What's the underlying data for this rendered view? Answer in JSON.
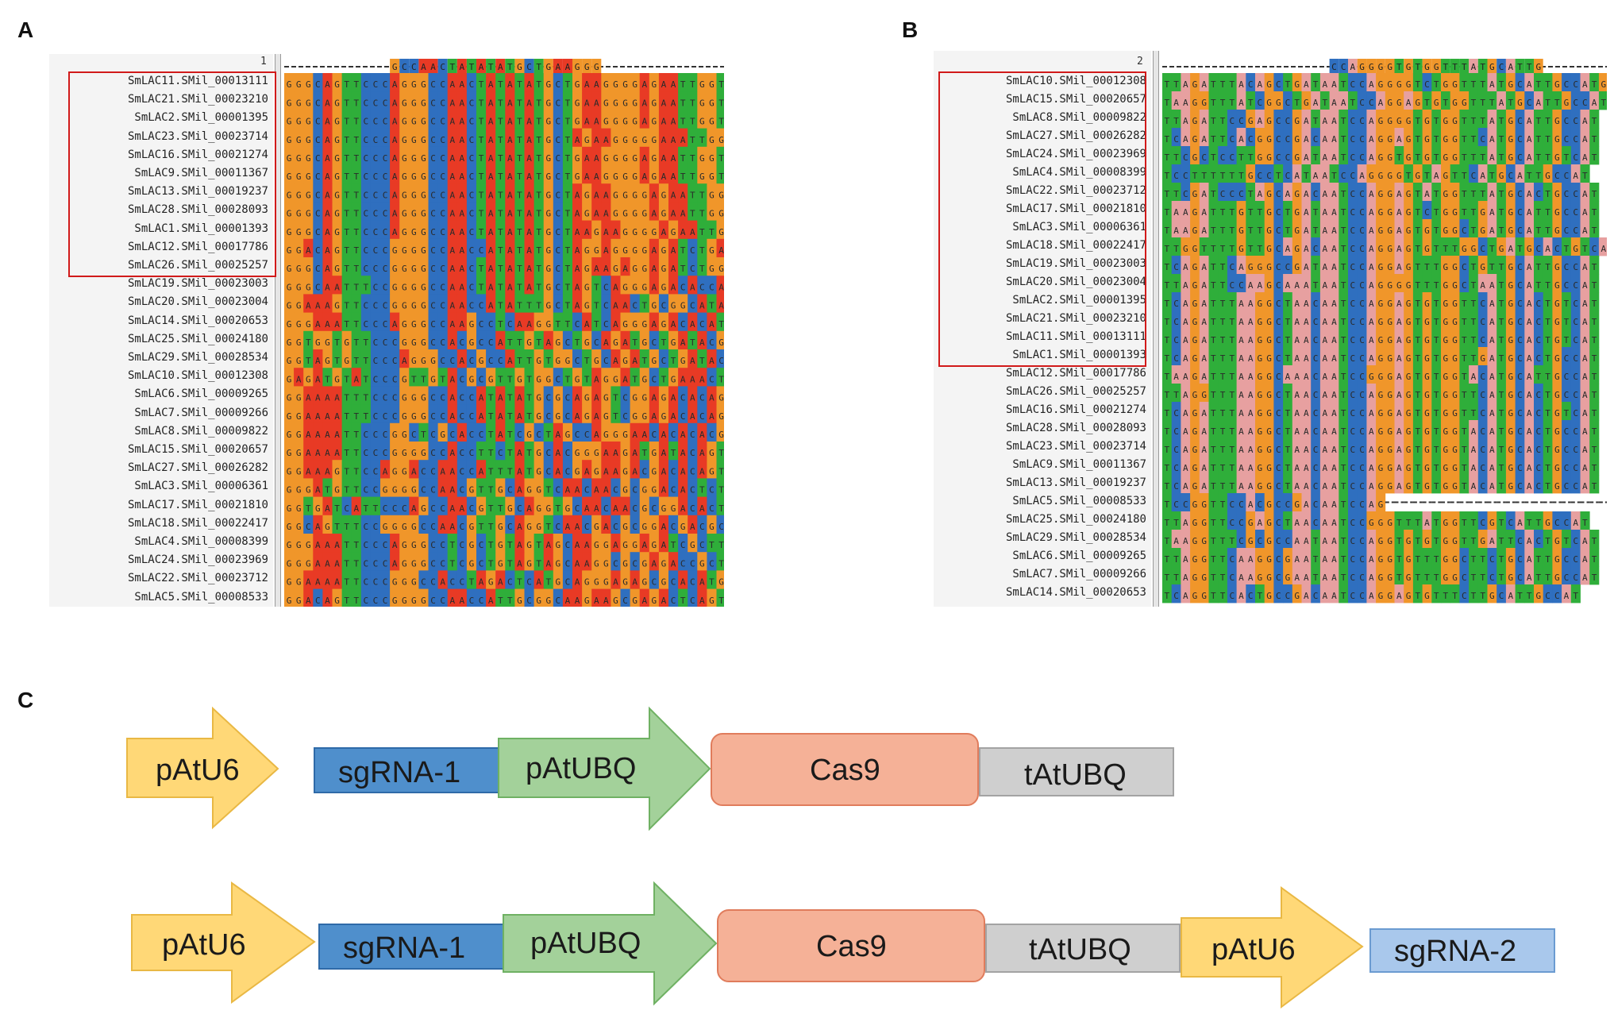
{
  "panels": {
    "a": {
      "label": "A",
      "position_label": "1",
      "consensus_top": "GCCAACTATATATGCTGAAGGG",
      "sequence_names": [
        "SmLAC11.SMil_00013111",
        "SmLAC21.SMil_00023210",
        "SmLAC2.SMil_00001395",
        "SmLAC23.SMil_00023714",
        "SmLAC16.SMil_00021274",
        "SmLAC9.SMil_00011367",
        "SmLAC13.SMil_00019237",
        "SmLAC28.SMil_00028093",
        "SmLAC1.SMil_00001393",
        "SmLAC12.SMil_00017786",
        "SmLAC26.SMil_00025257",
        "SmLAC19.SMil_00023003",
        "SmLAC20.SMil_00023004",
        "SmLAC14.SMil_00020653",
        "SmLAC25.SMil_00024180",
        "SmLAC29.SMil_00028534",
        "SmLAC10.SMil_00012308",
        "SmLAC6.SMil_00009265",
        "SmLAC7.SMil_00009266",
        "SmLAC8.SMil_00009822",
        "SmLAC15.SMil_00020657",
        "SmLAC27.SMil_00026282",
        "SmLAC3.SMil_00006361",
        "SmLAC17.SMil_00021810",
        "SmLAC18.SMil_00022417",
        "SmLAC4.SMil_00008399",
        "SmLAC24.SMil_00023969",
        "SmLAC22.SMil_00023712",
        "SmLAC5.SMil_00008533"
      ],
      "highlighted_count": 11,
      "sequences": [
        "GGGCAGTTCCCAGGGCCAACTATATATGCTGAAGGGGAGAATTGGT",
        "GGGCAGTTCCCAGGGCCAACTATATATGCTGAAGGGGAGAATTGGT",
        "GGGCAGTTCCCAGGGCCAACTATATATGCTGAAGGGGAGAATTGGT",
        "GGGCAGTTCCCAGGGCCAACTATATATGCTAGAAGGGGGAAATTGGT",
        "GGGCAGTTCCCAGGGCCAACTATATATGCTGAAGGGGAGAATTGGT",
        "GGGCAGTTCCCAGGGCCAACTATATATGCTGAAGGGGAGAATTGGT",
        "GGGCAGTTCCCAGGGCCAACTATATATGCTAGAAGGGGAGAATTGGT",
        "GGGCAGTTCCCAGGGCCAACTATATATGCTAGAAGGGGAGAATTGGT",
        "GGGCAGTTCCCAGGGCCAACTATATATGCTAAGAAGGGGAGAATTGGT",
        "GGACAGTTCCCGGGGCCAACCATATATGCTAGGAGGGGAGATCTGAT",
        "GGGCAGTTCCCGGGGCCAACTATATATGCTAGAAGAGGAGATCTGGT",
        "GGGCAATTTCCGGGGCCAACTATATATGCTAGTCAGGGAGACACCAT",
        "GGAAAGTTCCCGGGGCCAACCATATTTGCTAGTCAACTGCGGCATACAT",
        "GGGAAATTCCCAGGGCCAAGCCTCAAGGTTCATCAGGGAGACACAT",
        "GGTGGTGTTCCCGGGCCACGCCATTGTAGCTGCAGATGCTGATACGGT",
        "GGTAGTGTTCCCAGGGCCACGCCATTGTGGCTGCAGATGCTGATACGCT",
        "GAGATGTATCCCGTTGTACGCGTTGTGGCTGTAGGATGCTGAAACTCAT",
        "GGAAAATTTCCCGGGCCACCATATATGCGCAGAGTCGGAGACACAGT",
        "GGAAAATTTCCCGGGCCACCATATATGCGCAGAGTCGGAGACACAGT",
        "GGAAAATTCCCGGCTCGCACCTATCGCTAGCCAGGGAACACACACGT",
        "GGAAAATTCCCGGGGCCACCTTCTATGCACGGGAAGATGATACAGT",
        "GGAAAGTTCCAGGACCAACCATTTATGCACGAGAAGACGACACAGT",
        "GGGATGTTCCGGGGCCAACGTTGCAGGTCAACAACGCGGACACTCT",
        "GGTGATCATTCCCAGCCAACGTTGCAGGTGCAACAACGCGGACACTCT",
        "GGCAGTTTCCGGGGCCAACGTTGCAGGTCAACGACGCGGACGACGCCCT",
        "GGGAAATTCCCAGGGCCTCGCTGTAGTAGCAAGGAGGAGATCGCTT",
        "GGGAAATTCCCAGGGCCTCGCTGTAGTAGCAAGGCGCGAGACCGCTT",
        "GGAAAATTCCCGGGCCACCTAGACTCATGCAGGGAGAGCGCACATGT",
        "GGACAGTTCCCGGGGCCAACCATTGCGGCAAGAAGCGAGACTCAGT"
      ]
    },
    "b": {
      "label": "B",
      "position_label": "2",
      "consensus_top": "CCAGGGGTGTGGTTTATGCATTG",
      "sequence_names": [
        "SmLAC10.SMil_00012308",
        "SmLAC15.SMil_00020657",
        "SmLAC8.SMil_00009822",
        "SmLAC27.SMil_00026282",
        "SmLAC24.SMil_00023969",
        "SmLAC4.SMil_00008399",
        "SmLAC22.SMil_00023712",
        "SmLAC17.SMil_00021810",
        "SmLAC3.SMil_00006361",
        "SmLAC18.SMil_00022417",
        "SmLAC19.SMil_00023003",
        "SmLAC20.SMil_00023004",
        "SmLAC2.SMil_00001395",
        "SmLAC21.SMil_00023210",
        "SmLAC11.SMil_00013111",
        "SmLAC1.SMil_00001393",
        "SmLAC12.SMil_00017786",
        "SmLAC26.SMil_00025257",
        "SmLAC16.SMil_00021274",
        "SmLAC28.SMil_00028093",
        "SmLAC23.SMil_00023714",
        "SmLAC9.SMil_00011367",
        "SmLAC13.SMil_00019237",
        "SmLAC5.SMil_00008533",
        "SmLAC25.SMil_00024180",
        "SmLAC29.SMil_00028534",
        "SmLAC6.SMil_00009265",
        "SmLAC7.SMil_00009266",
        "SmLAC14.SMil_00020653"
      ],
      "highlighted_count": 16,
      "sequences": [
        "TTAGATTTACAGCTGATAATCCAGGGGTCTGGTTTATGCATTGCCATG",
        "TAAGGTTTATCGGCTGATAATCCAGGAGTGTGGTTTATGCATTGCCAT",
        "TTAGATTCCGAGCCGATAATCCAGGGGTGTGGTTTATGCATTGCCAT",
        "TCAGATTCACGGCCGACAATCCAGGAGTGTGGTTCATGCATTGCCAT",
        "TTCGCTCCTTGGCCGATAATCCAGGTGTGTGGTTTATGCATTGTCAT",
        "TCCTTTTTTGCCTCATAATCCAGGGGTGTAGTTCATGCATTGCCAT",
        "TTCGATCCCTAGCAGACAATCCAGGAGTATGGTTTATGCACTGCCAT",
        "TAAGATTTGTTGCTGATAATCCAGGAGTCTGGTTGATGCATTGCCAT",
        "TAAGATTTGTTGCTGATAATCCAGGAGTGTGGCTGATGCATTGCCAT",
        "TTGGTTTTGTTGCAGACAATCCAGGAGTGTTTGGCTGATGCACTGTCAT",
        "TCAGATTCAGGGCCGATAATCCAGGAGTTTGGCTGTTGCATTGCCAT",
        "TTAGATTCCAAGCAAATAATCCAGGGGTTTGGCTAATGCATTGCCAT",
        "TCAGATTTAAGGCTAACAATCCAGGAGTGTGGTTCATGCACTGTCAT",
        "TCAGATTTAAGGCTAACAATCCAGGAGTGTGGTTCATGCACTGTCAT",
        "TCAGATTTAAGGCTAACAATCCAGGAGTGTGGTTCATGCACTGTCAT",
        "TCAGATTTAAGGCTAACAATCCAGGAGTGTGGTTGATGCACTGCCAT",
        "TAAGATTTAAGGCAAACAATCCGGGAGTGTGGTACATGCATTGCCAT",
        "TTAGGTTTAAGGCTAACAATCCAGGAGTGTGGTTCATGCACTGCCAT",
        "TCAGATTTAAGGCTAACAATCCAGGAGTGTGGTTCATGCACTGTCAT",
        "TCAGATTTAAGGCTAACAATCCAGGAGTGTGGTACATGCACTGCCAT",
        "TCAGATTTAAGGCTAACAATCCAGGAGTGTGGTACATGCACTGCCAT",
        "TCAGATTTAAGGCTAACAATCCAGGAGTGTGGTACATGCACTGCCAT",
        "TCAGATTTAAGGCTAACAATCCAGGAGTGTGGTACATGCACTGCCAT",
        "TCCGGTTCCACGCCGACAATCCAG",
        "TTAGGTTCCGAGCTAACAATCCGGGTTTATGGTTCGTCATTGCCAT",
        "TAAGGTTTCGCGCCAATAATCCAGGTGTGTGGTTGATTCACTGTCAT",
        "TTAGGTTCAAGGCGAATAATCCAGGTGTTTGGCTTCTGCATTGCCAT",
        "TTAGGTTCAAGGCGAATAATCCAGGTGTTTGGCTTCTGCATTGCCAT",
        "TCAGGTTCACTGCCGACAATCCAGGAGTGTTTCTTGCATTGCCAT"
      ]
    },
    "c": {
      "label": "C",
      "construct_1": [
        "pAtU6",
        "sgRNA-1",
        "pAtUBQ",
        "Cas9",
        "tAtUBQ"
      ],
      "construct_2": [
        "pAtU6",
        "sgRNA-1",
        "pAtUBQ",
        "Cas9",
        "tAtUBQ",
        "pAtU6",
        "sgRNA-2"
      ]
    }
  },
  "colors": {
    "A": "#e83a25",
    "C": "#2f6fbf",
    "G": "#f0962a",
    "T": "#2fae3a",
    "A_b": "#e7a0a0",
    "C_b": "#2f6fbf",
    "G_b": "#f0962a",
    "T_b": "#2fae3a",
    "highlight_box": "#d11a1a",
    "promoter_u6": "#ffd877",
    "promoter_ubq": "#a3d19a",
    "sgrna1": "#4f8fcc",
    "sgrna2": "#a9c8ec",
    "cas9": "#f5b197",
    "terminator": "#cfcfcf"
  }
}
